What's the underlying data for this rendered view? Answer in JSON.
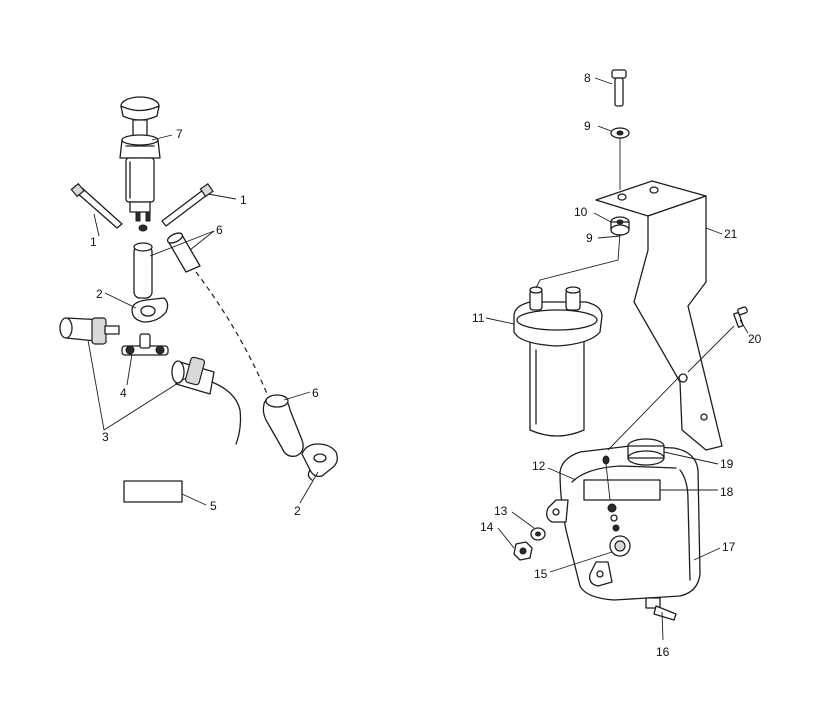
{
  "callouts": {
    "c1a": "1",
    "c1b": "1",
    "c2a": "2",
    "c2b": "2",
    "c3": "3",
    "c4": "4",
    "c5": "5",
    "c6a": "6",
    "c6b": "6",
    "c7": "7",
    "c8": "8",
    "c9a": "9",
    "c9b": "9",
    "c10": "10",
    "c11": "11",
    "c12": "12",
    "c13": "13",
    "c14": "14",
    "c15": "15",
    "c16": "16",
    "c17": "17",
    "c18": "18",
    "c19": "19",
    "c20": "20",
    "c21": "21"
  }
}
